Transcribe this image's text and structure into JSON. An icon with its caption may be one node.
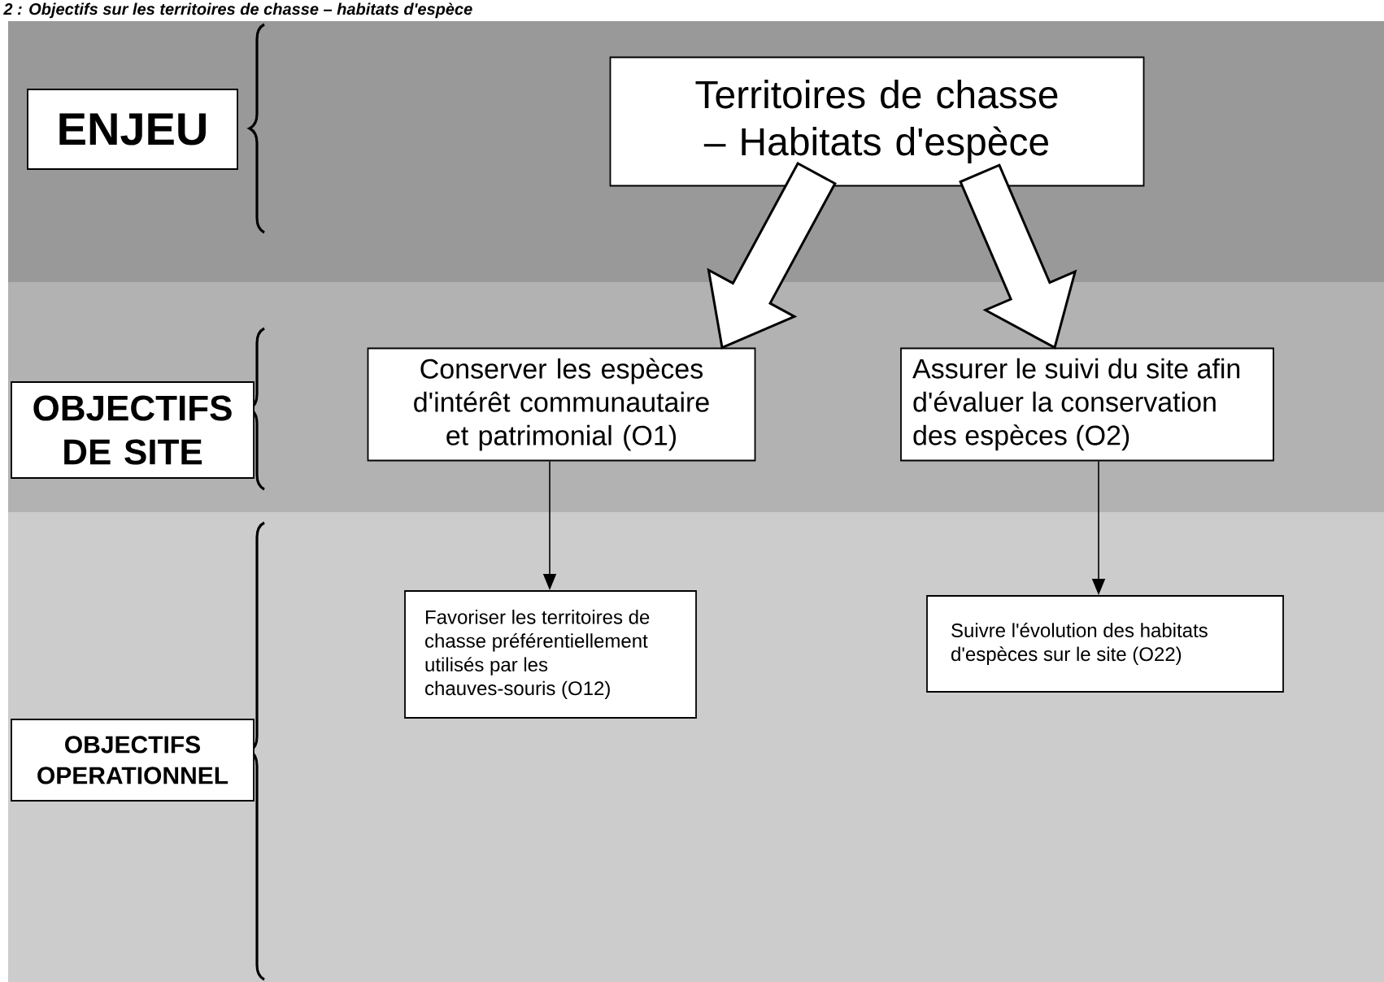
{
  "diagram": {
    "title": "2 : Objectifs sur les territoires de chasse – habitats d'espèce",
    "nodes": [
      {
        "text": [
          "ENJEU"
        ]
      },
      {
        "text": [
          "OBJECTIFS DE SITE"
        ]
      },
      {
        "text": [
          "OBJECTIFS OPERATIONNEL"
        ]
      },
      {
        "text": [
          "Territoires de chasse – Habitats d'espèce"
        ]
      },
      {
        "text": [
          "Conserver les espèces d'intérêt communautaire et patrimonial (O1)"
        ]
      },
      {
        "text": [
          "Assurer le suivi du site afin d'évaluer la conservation des espèces (O2)"
        ]
      },
      {
        "text": [
          "Favoriser les territoires de chasse préférentiellement utilisés par les chauves-souris (O12)"
        ]
      },
      {
        "text": [
          "Suivre l'évolution des habitats d'espèces sur le site (O22)"
        ]
      }
    ],
    "edges": [
      {
        "from": 3,
        "to": 4,
        "arrow": "to",
        "style": "thick"
      },
      {
        "from": 3,
        "to": 5,
        "arrow": "to",
        "style": "thick"
      },
      {
        "from": 4,
        "to": 6,
        "arrow": "to"
      },
      {
        "from": 5,
        "to": 7,
        "arrow": "to"
      }
    ]
  }
}
